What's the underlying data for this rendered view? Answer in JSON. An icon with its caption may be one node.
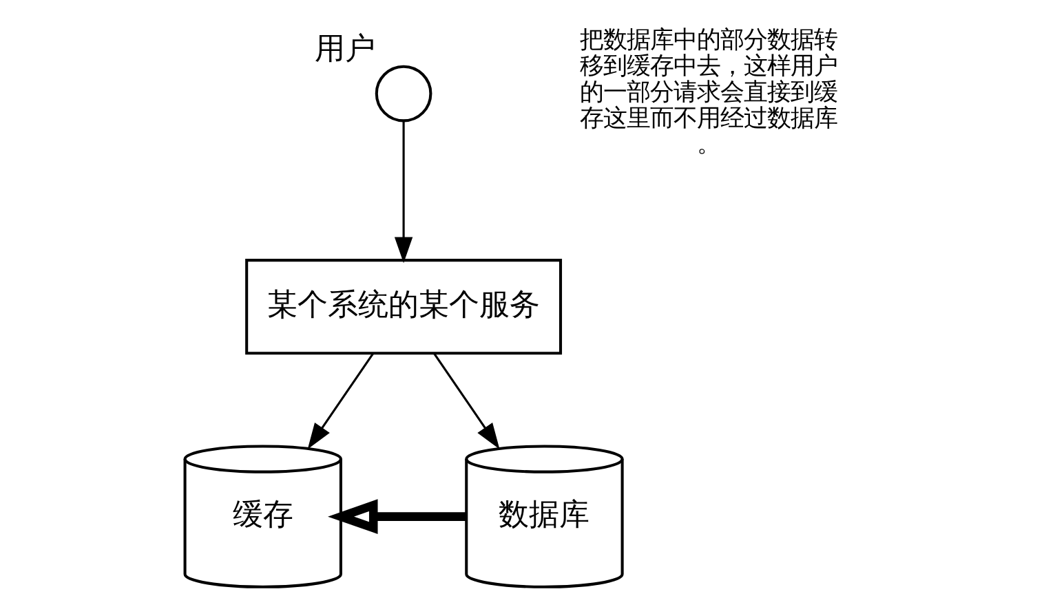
{
  "diagram": {
    "nodes": [
      {
        "text": [],
        "shape": "person",
        "beside": [
          "用户"
        ]
      },
      {
        "text": [
          "某个系统的某个服务"
        ]
      },
      {
        "text": [
          "缓存"
        ]
      },
      {
        "text": [
          "数据库"
        ]
      }
    ],
    "edges": [
      {
        "from": 0,
        "to": 1,
        "arrow": "to"
      },
      {
        "from": 1,
        "to": 2,
        "arrow": "to"
      },
      {
        "from": 1,
        "to": 3,
        "arrow": "to"
      },
      {
        "from": 3,
        "to": 2,
        "arrow": "to",
        "style": "thick"
      }
    ],
    "labels": [
      "把数据库中的部分数据转移到缓存中去，这样用户的一部分请求会直接到缓存这里而不用经过数据库。"
    ]
  }
}
